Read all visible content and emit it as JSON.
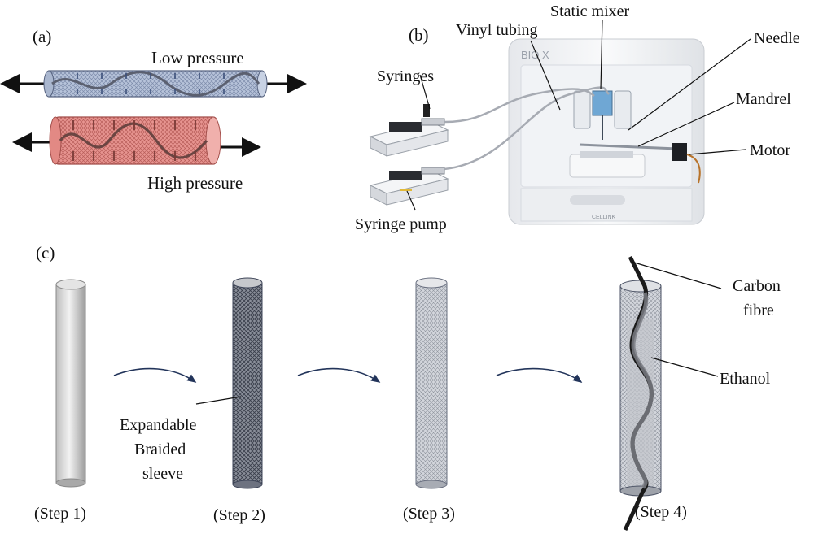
{
  "panels": {
    "a": {
      "tag": "(a)",
      "low_label": "Low pressure",
      "high_label": "High pressure"
    },
    "b": {
      "tag": "(b)",
      "printer_brand": "BIO X",
      "printer_maker": "CELLINK",
      "labels": {
        "static_mixer": "Static mixer",
        "vinyl_tubing": "Vinyl tubing",
        "needle": "Needle",
        "syringes": "Syringes",
        "mandrel": "Mandrel",
        "motor": "Motor",
        "syringe_pump": "Syringe pump"
      }
    },
    "c": {
      "tag": "(c)",
      "steps": [
        "(Step 1)",
        "(Step 2)",
        "(Step 3)",
        "(Step 4)"
      ],
      "sleeve_label": [
        "Expandable",
        "Braided",
        "sleeve"
      ],
      "carbon_label": [
        "Carbon",
        "fibre"
      ],
      "ethanol_label": "Ethanol"
    }
  },
  "colors": {
    "low_tube": "#b9c6dc",
    "high_tube": "#e58f8c",
    "mesh_dark": "#3d4a66",
    "carbon": "#1a1a1a"
  }
}
